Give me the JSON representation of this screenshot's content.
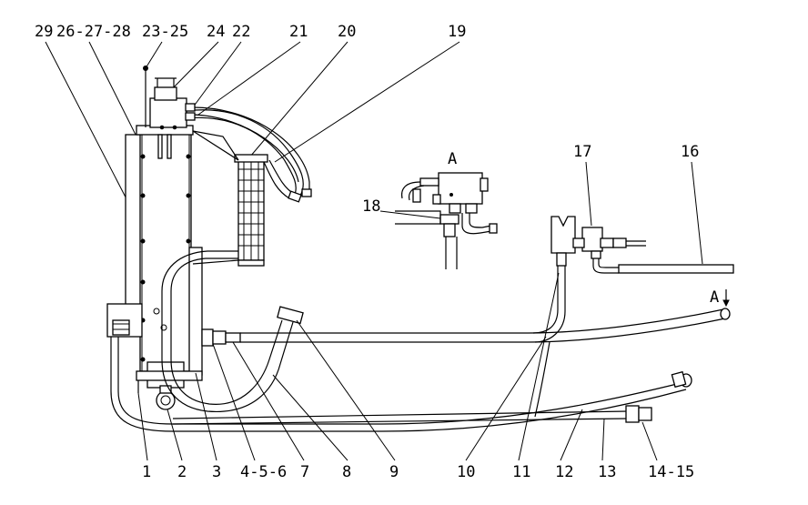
{
  "labels_top": [
    "29",
    "26-27-28",
    "23-25",
    "24",
    "22",
    "21",
    "20",
    "19"
  ],
  "labels_bottom": [
    "1",
    "2",
    "3",
    "4-5-6",
    "7",
    "8",
    "9",
    "10",
    "11",
    "12",
    "13",
    "14-15"
  ],
  "labels_mid": [
    "18",
    "17",
    "16"
  ],
  "view_marker": "A",
  "view_arrow": "A"
}
